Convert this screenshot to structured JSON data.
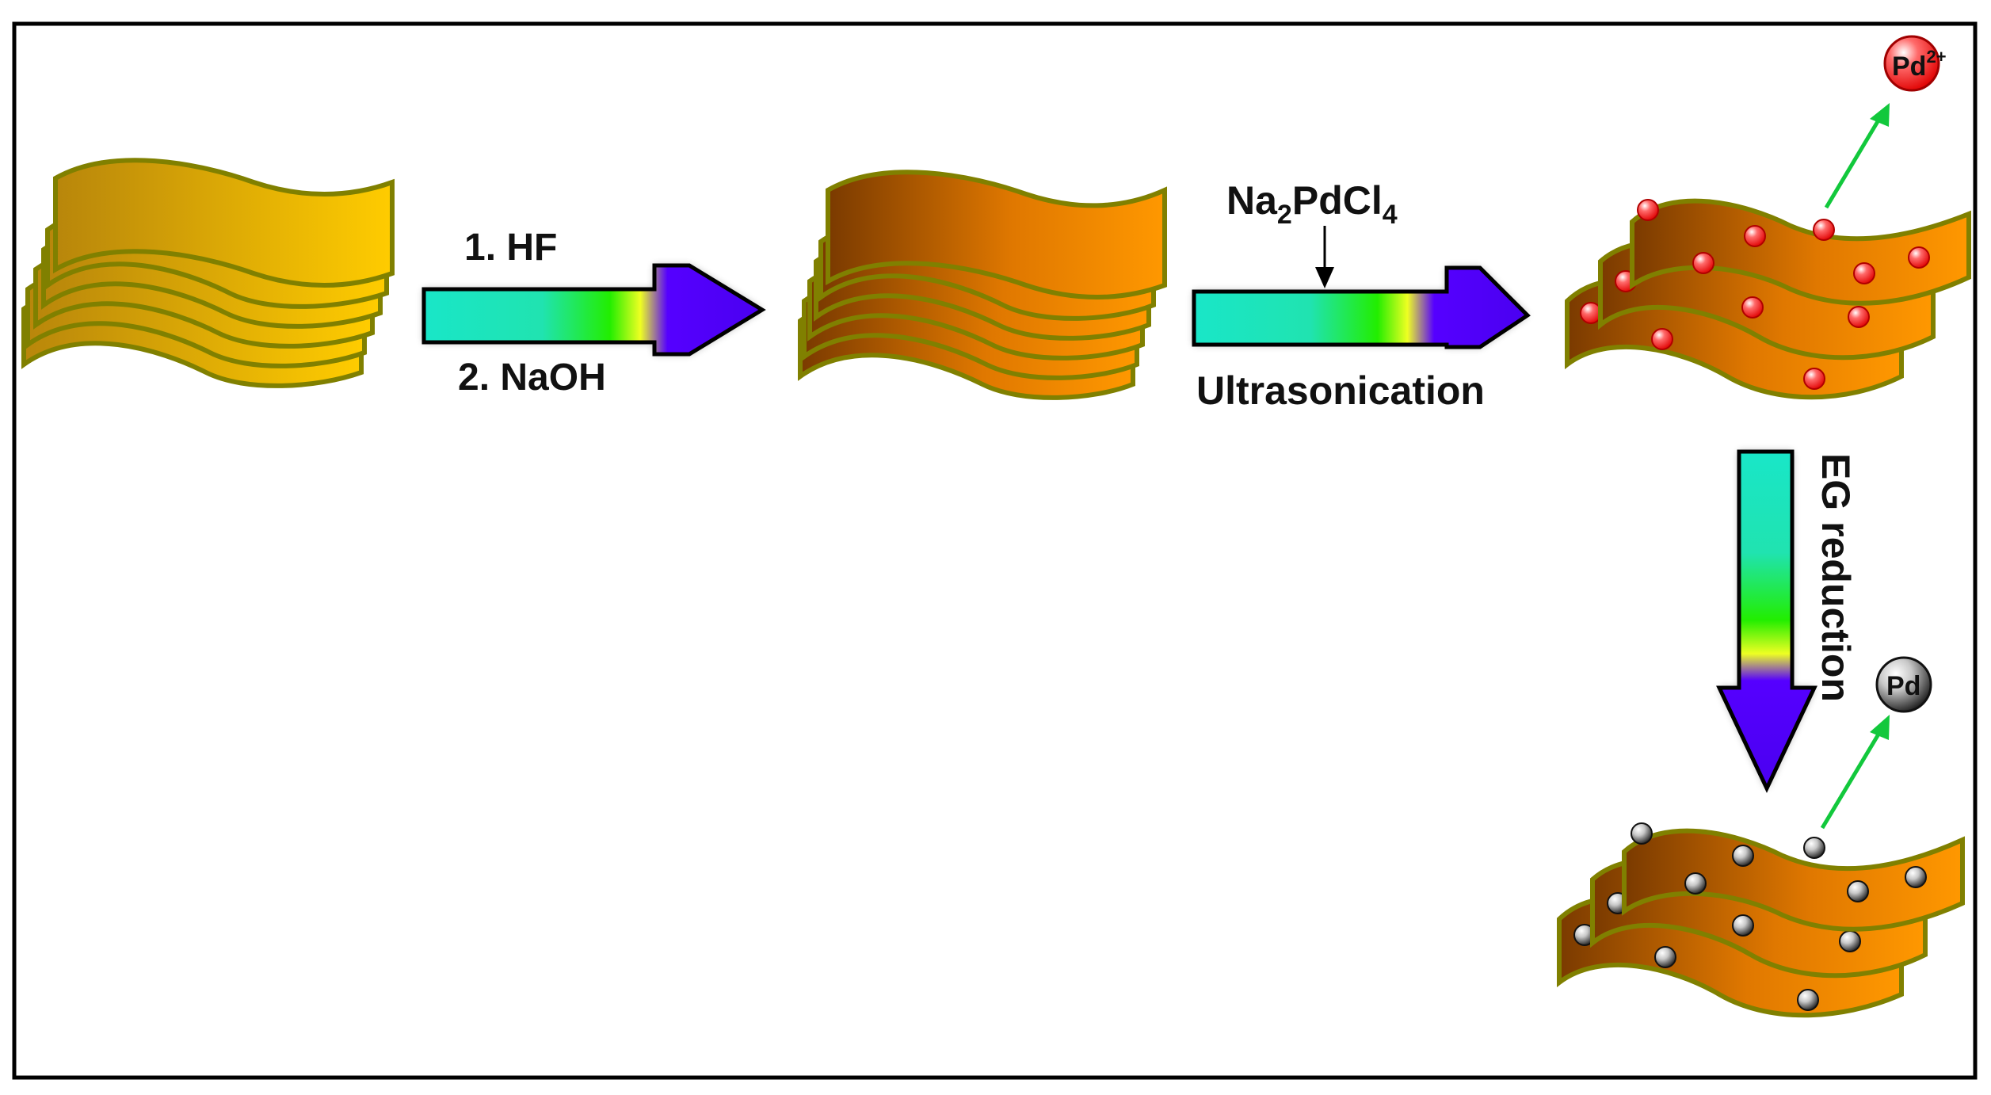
{
  "labels": {
    "step1_line1": "1. HF",
    "step1_line2": "2. NaOH",
    "reagent_prefix": "Na",
    "reagent_sub1": "2",
    "reagent_mid": "PdCl",
    "reagent_sub2": "4",
    "ultrasonication": "Ultrasonication",
    "eg_reduction": "EG reduction",
    "pd_ion_text": "Pd",
    "pd_ion_charge": "2+",
    "pd_metal_text": "Pd"
  },
  "colors": {
    "stack_gold_dark": "#b8860b",
    "stack_gold_light": "#ffcc00",
    "stack_orange_dark": "#7a3a00",
    "stack_orange_light": "#ff9800",
    "sheet_border": "#808000",
    "arrow_cyan": "#19e6c8",
    "arrow_green": "#22ee00",
    "arrow_yellow": "#eeff22",
    "arrow_violet": "#5500ff",
    "pointer_green": "#12c83c",
    "pd_ion_red": "#ff2a2a",
    "pd_metal_gray": "#a8a8a8",
    "frame": "#000000"
  },
  "icons": {
    "stack_1": "layered-sheets-icon",
    "stack_2": "etched-sheets-icon",
    "pd_ion": "pd-ion-sphere-icon",
    "pd_metal": "pd-nanoparticle-sphere-icon"
  }
}
